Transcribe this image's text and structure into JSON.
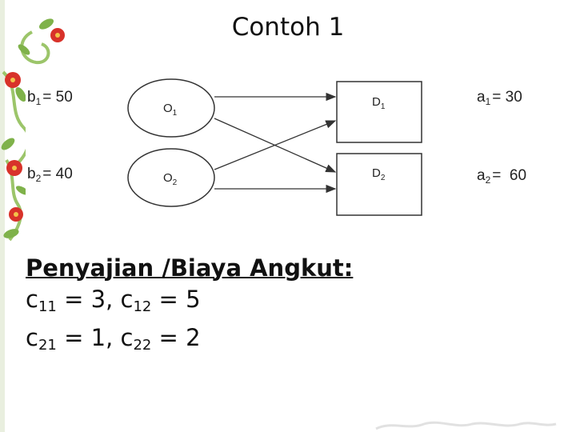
{
  "slide": {
    "title": "Contoh 1"
  },
  "diagram": {
    "sources": [
      {
        "name": "O",
        "sub": "1",
        "supply_var": "b",
        "supply_sub": "1",
        "supply_value": "= 50"
      },
      {
        "name": "O",
        "sub": "2",
        "supply_var": "b",
        "supply_sub": "2",
        "supply_value": "= 40"
      }
    ],
    "destinations": [
      {
        "name": "D",
        "sub": "1",
        "demand_var": "a",
        "demand_sub": "1",
        "demand_value": "= 30"
      },
      {
        "name": "D",
        "sub": "2",
        "demand_var": "a",
        "demand_sub": "2",
        "demand_value": "=  60"
      }
    ]
  },
  "cost_text": {
    "heading": "Penyajian /Biaya Angkut:",
    "line1": {
      "c11_var": "c",
      "c11_sub": "11",
      "c11_rest": " = 3, ",
      "c12_var": "c",
      "c12_sub": "12",
      "c12_rest": " = 5"
    },
    "line2": {
      "c21_var": "c",
      "c21_sub": "21",
      "c21_rest": " = 1, ",
      "c22_var": "c",
      "c22_sub": "22",
      "c22_rest": " = 2"
    }
  },
  "colors": {
    "flower_red": "#d8322a",
    "leaf_green": "#7fb24a",
    "vine_green": "#9cc56a"
  }
}
